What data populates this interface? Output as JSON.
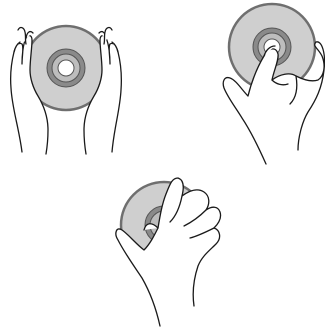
{
  "figure": {
    "panels": [
      {
        "name": "disc-held-by-edges-with-both-hands",
        "disc_fill": "#cfcfcf",
        "hub_fill": "#8a8a8a"
      },
      {
        "name": "disc-held-with-finger-in-center-hole",
        "disc_fill": "#cfcfcf",
        "hub_fill": "#8a8a8a"
      },
      {
        "name": "disc-gripped-by-hand-over-label",
        "disc_fill": "#cfcfcf",
        "hub_fill": "#8a8a8a"
      }
    ],
    "colors": {
      "disc": "#cfcfcf",
      "disc_edge": "#6f6f6f",
      "hub_ring": "#8a8a8a",
      "hub_inner": "#bdbdbd",
      "hole": "#ffffff",
      "hand_stroke": "#1a1a1a",
      "hand_fill": "#ffffff"
    }
  }
}
